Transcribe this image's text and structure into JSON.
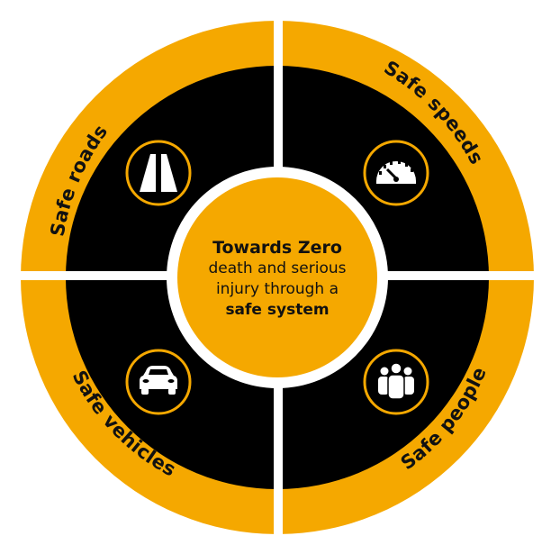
{
  "colors": {
    "accent": "#F5A800",
    "dark": "#000000",
    "divider": "#FFFFFF",
    "text": "#111111"
  },
  "center": {
    "title": "Towards Zero",
    "line1": "death and serious",
    "line2": "injury through a",
    "emphasis": "safe system"
  },
  "segments": [
    {
      "id": "roads",
      "label": "Safe roads",
      "icon": "road-icon",
      "quadrant": "top-left"
    },
    {
      "id": "speeds",
      "label": "Safe speeds",
      "icon": "speedometer-icon",
      "quadrant": "top-right"
    },
    {
      "id": "vehicles",
      "label": "Safe vehicles",
      "icon": "car-icon",
      "quadrant": "bottom-left"
    },
    {
      "id": "people",
      "label": "Safe people",
      "icon": "people-icon",
      "quadrant": "bottom-right"
    }
  ]
}
